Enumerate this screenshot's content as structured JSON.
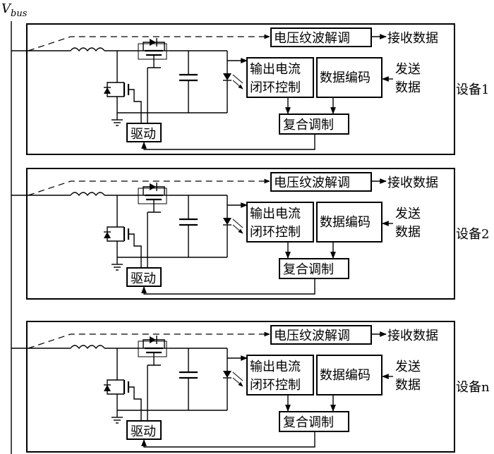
{
  "bus": {
    "label_main": "V",
    "label_sub": "bus"
  },
  "blocks": {
    "demod": "电压纹波解调",
    "receive": "接收数据",
    "control_line1": "输出电流",
    "control_line2": "闭环控制",
    "encoder": "数据编码",
    "send_line1": "发送",
    "send_line2": "数据",
    "modulator": "复合调制",
    "driver": "驱动"
  },
  "devices": [
    {
      "name": "设备1"
    },
    {
      "name": "设备2"
    },
    {
      "name": "设备n"
    }
  ]
}
